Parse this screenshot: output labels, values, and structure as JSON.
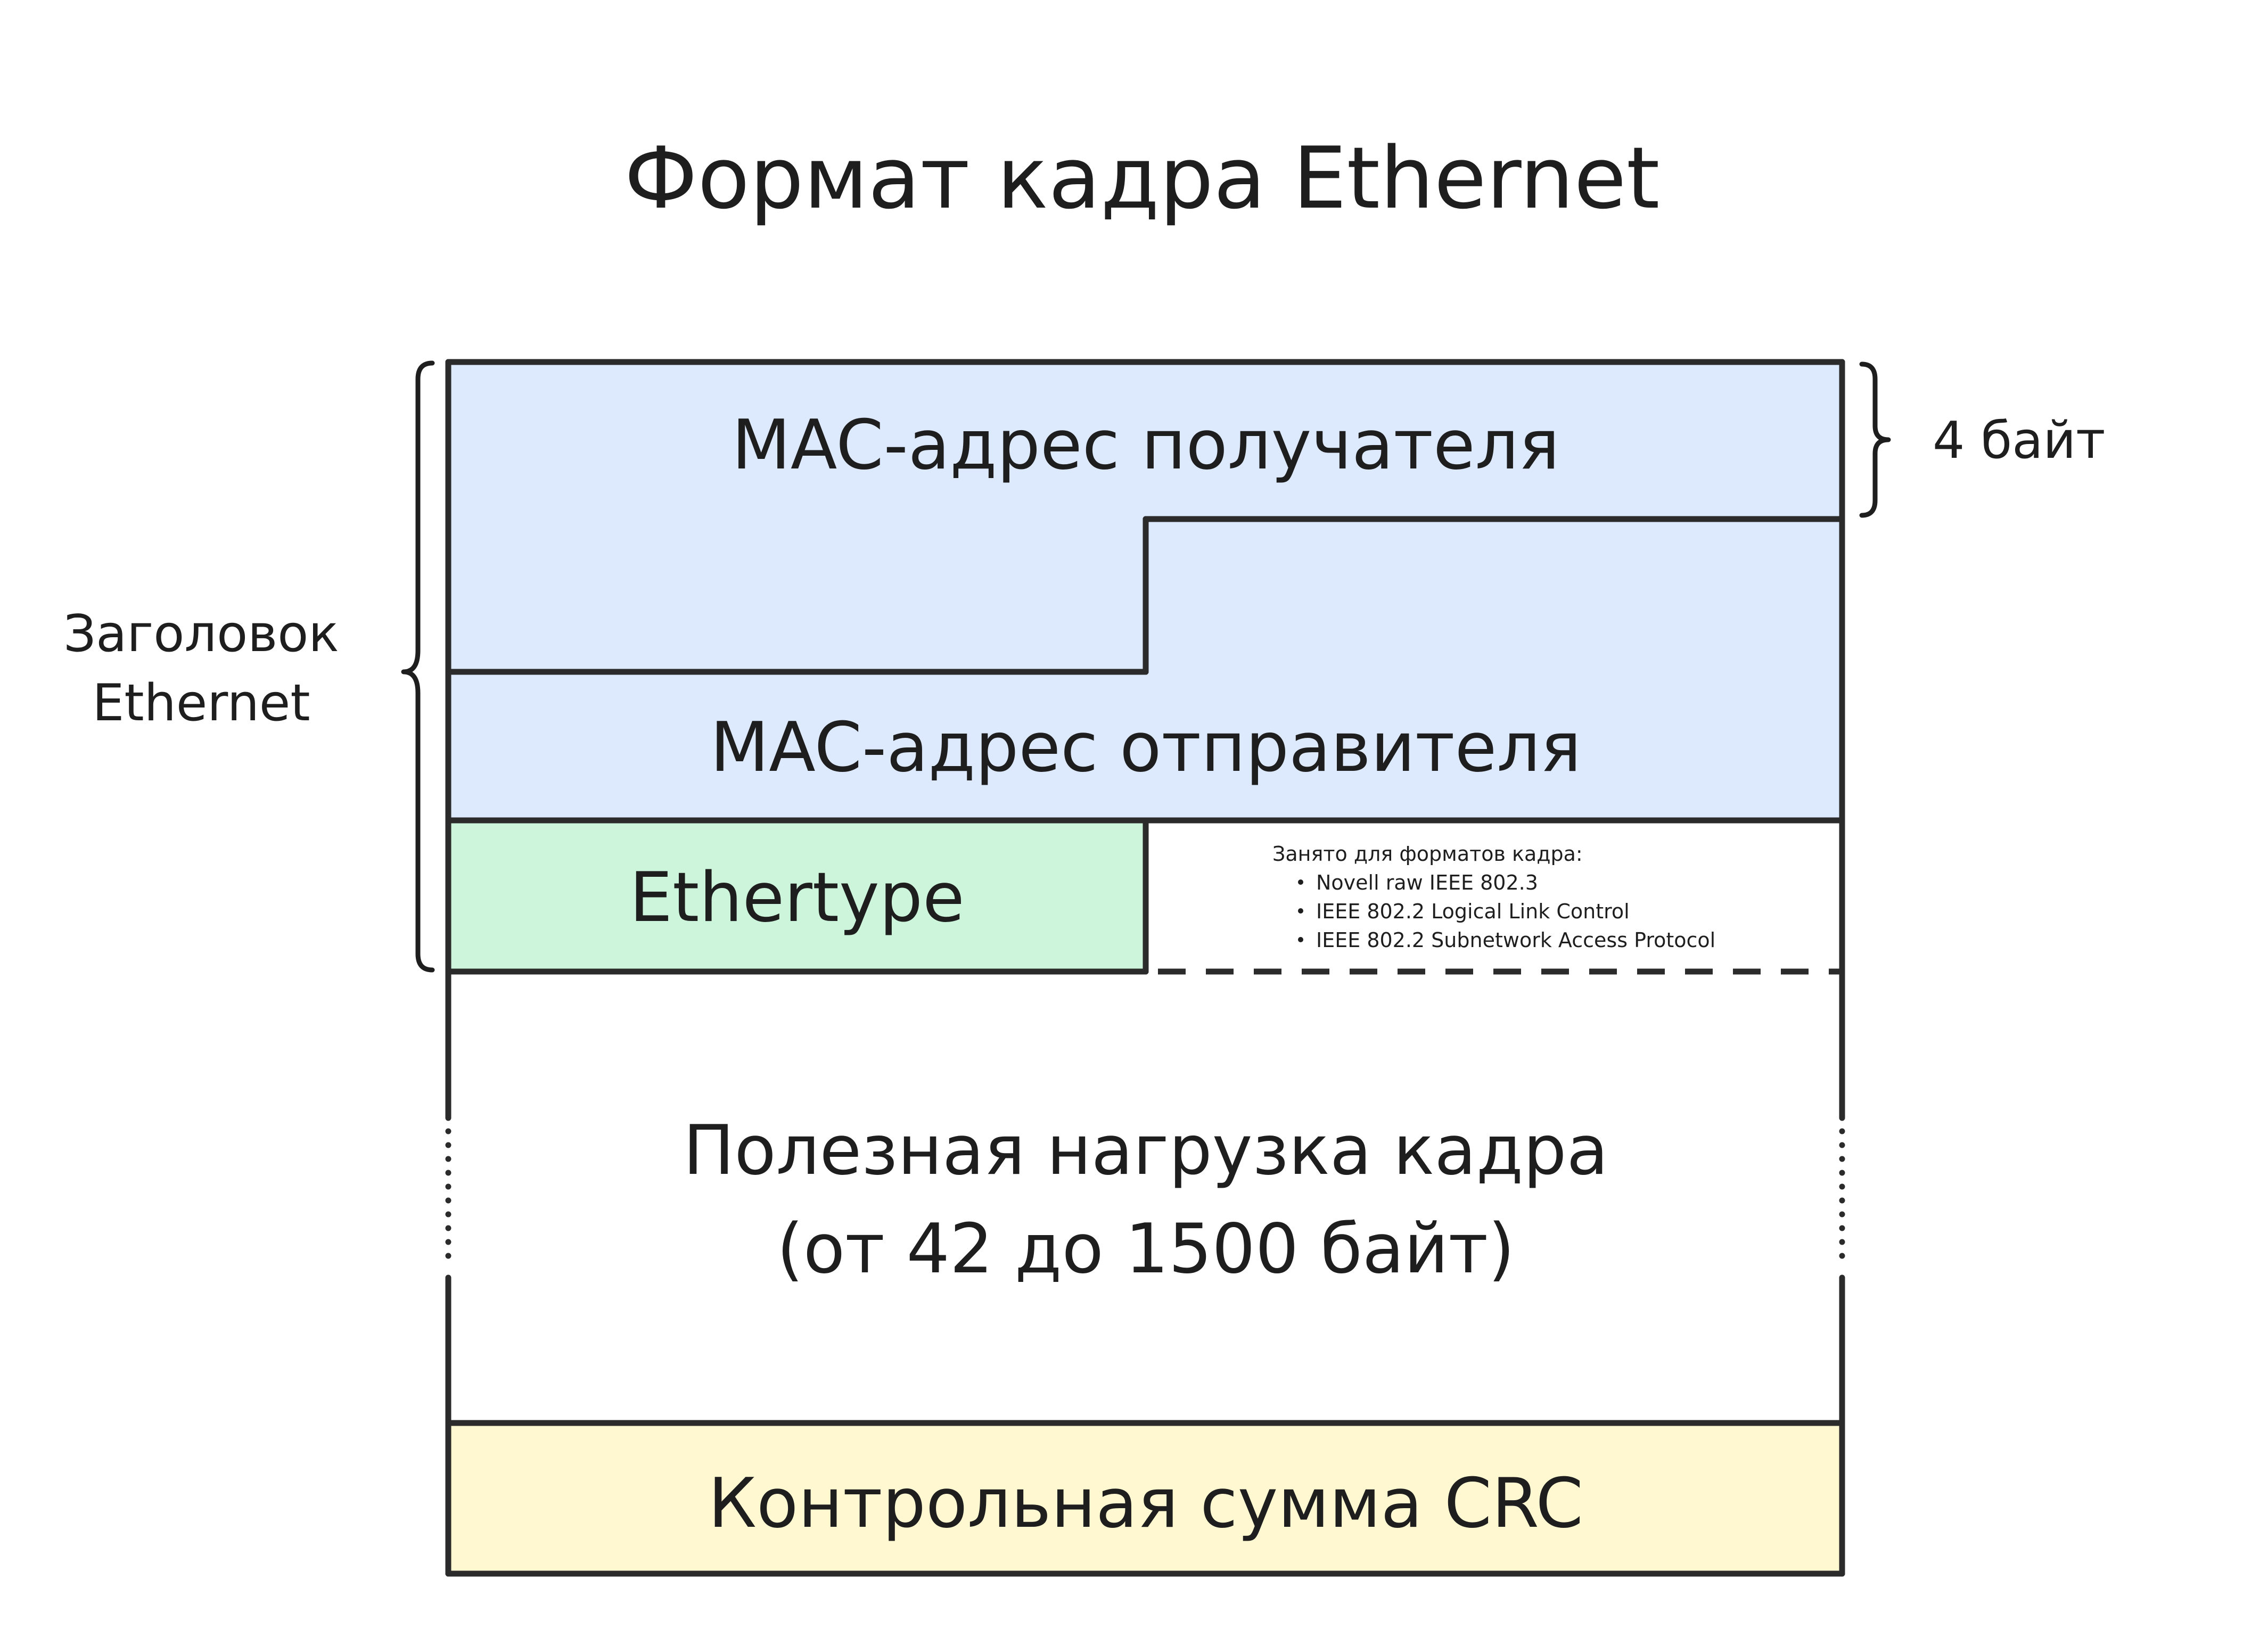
{
  "title": "Формат кадра Ethernet",
  "fields": {
    "mac_dest": "MAC-адрес получателя",
    "mac_src": "MAC-адрес отправителя",
    "ethertype": "Ethertype",
    "payload_line1": "Полезная нагрузка кадра",
    "payload_line2": "(от 42 до 1500 байт)",
    "crc": "Контрольная сумма CRC"
  },
  "reserved_note": {
    "heading": "Занято для форматов кадра:",
    "items": [
      "Novell raw IEEE 802.3",
      "IEEE 802.2 Logical Link Control",
      "IEEE 802.2 Subnetwork Access Protocol"
    ]
  },
  "annotations": {
    "header_line1": "Заголовок",
    "header_line2": "Ethernet",
    "row_size": "4 байт"
  },
  "colors": {
    "mac_fill": "#dde9fd",
    "ethertype_fill": "#cdf5dc",
    "crc_fill": "#fff8d1",
    "stroke": "#2b2b2b",
    "text": "#1e1e1e"
  }
}
